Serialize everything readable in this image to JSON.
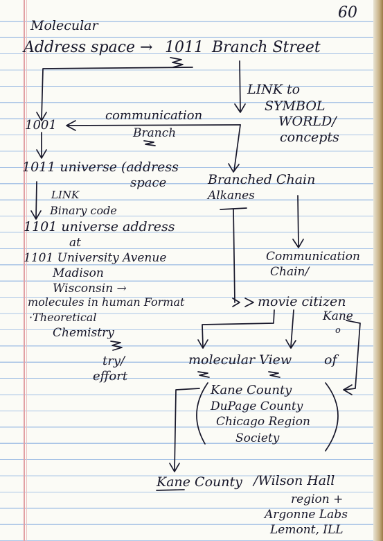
{
  "page_number": "60",
  "lines": {
    "molecular": "Molecular",
    "address_space": "Address space →",
    "addr_1011": "1011",
    "branch_street": "Branch Street",
    "link_to": "LINK to",
    "symbol": "SYMBOL",
    "world": "WORLD/",
    "concepts": "concepts",
    "addr_1001": "1001",
    "communication": "communication",
    "branch": "Branch",
    "universe_1011": "1011 universe (address",
    "space": "space",
    "branched": "Branched Chain",
    "alkanes": "Alkanes",
    "link": "LINK",
    "binary_code": "Binary code",
    "universe_1101": "1101 universe address",
    "at": "at",
    "university_ave": "1101 University Avenue",
    "madison": "Madison",
    "wisconsin": "Wisconsin →",
    "molecules_human": "molecules in human Format",
    "theoretical": "·Theoretical",
    "chemistry": "Chemistry",
    "communication_chain": "Communication",
    "chain": "Chain/",
    "movie_citizen": "movie citizen",
    "kane": "Kane",
    "kane_o": "o",
    "try_effort": "try/",
    "effort": "effort",
    "molecular_view": "molecular View",
    "of": "of",
    "kane_county": "Kane County",
    "dupage_county": "DuPage County",
    "chicago_region": "Chicago Region",
    "society": "Society",
    "bottom_kane": "Kane County",
    "wilson_hall": "/Wilson Hall",
    "region": "region +",
    "argonne": "Argonne Labs",
    "lemont": "Lemont, ILL"
  }
}
